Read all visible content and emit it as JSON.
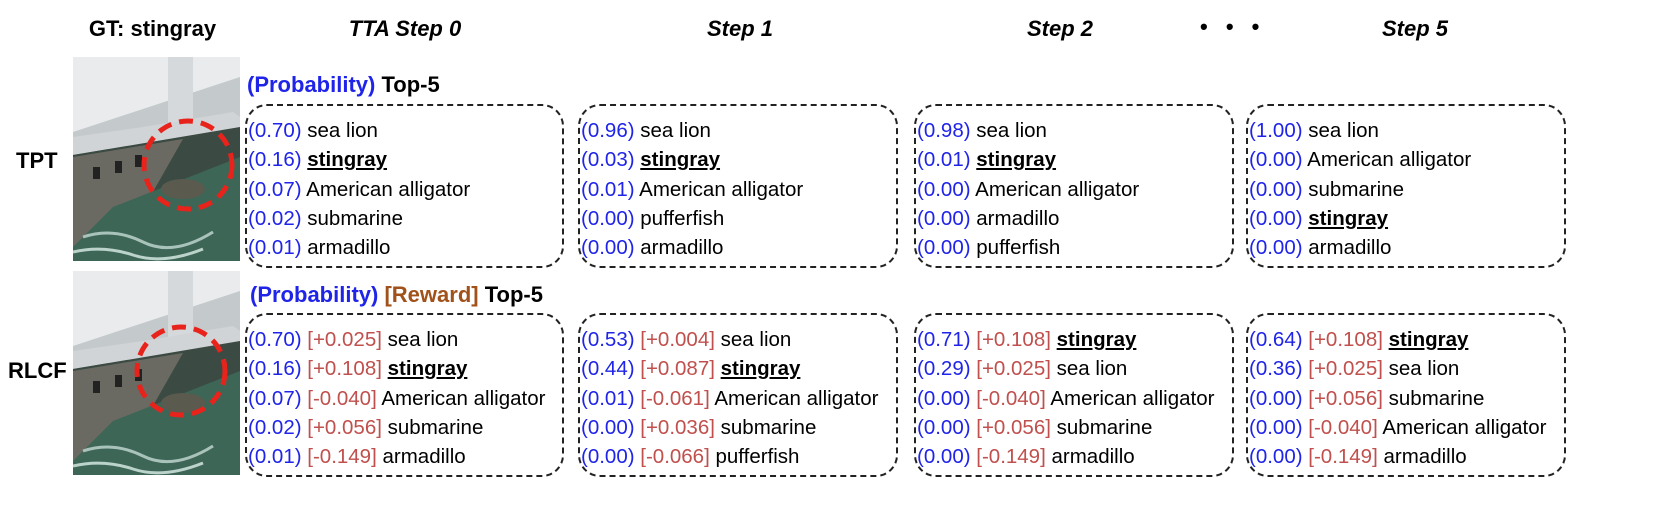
{
  "gt_label": "GT: stingray",
  "columns": [
    "TTA Step 0",
    "Step 1",
    "Step 2",
    "Step 5"
  ],
  "ellipsis": "• • •",
  "rows": {
    "tpt": {
      "label": "TPT",
      "title_prob": "(Probability)",
      "title_rest": "Top-5",
      "steps": [
        [
          {
            "p": "(0.70)",
            "c": "sea lion"
          },
          {
            "p": "(0.16)",
            "c": "stingray",
            "gt": true
          },
          {
            "p": "(0.07)",
            "c": "American alligator"
          },
          {
            "p": "(0.02)",
            "c": "submarine"
          },
          {
            "p": "(0.01)",
            "c": "armadillo"
          }
        ],
        [
          {
            "p": "(0.96)",
            "c": "sea lion"
          },
          {
            "p": "(0.03)",
            "c": "stingray",
            "gt": true
          },
          {
            "p": "(0.01)",
            "c": "American alligator"
          },
          {
            "p": "(0.00)",
            "c": "pufferfish"
          },
          {
            "p": "(0.00)",
            "c": "armadillo"
          }
        ],
        [
          {
            "p": "(0.98)",
            "c": "sea lion"
          },
          {
            "p": "(0.01)",
            "c": "stingray",
            "gt": true
          },
          {
            "p": "(0.00)",
            "c": "American alligator"
          },
          {
            "p": "(0.00)",
            "c": "armadillo"
          },
          {
            "p": "(0.00)",
            "c": "pufferfish"
          }
        ],
        [
          {
            "p": "(1.00)",
            "c": "sea lion"
          },
          {
            "p": "(0.00)",
            "c": "American alligator"
          },
          {
            "p": "(0.00)",
            "c": "submarine"
          },
          {
            "p": "(0.00)",
            "c": "stingray",
            "gt": true
          },
          {
            "p": "(0.00)",
            "c": "armadillo"
          }
        ]
      ]
    },
    "rlcf": {
      "label": "RLCF",
      "title_prob": "(Probability)",
      "title_reward": "[Reward]",
      "title_rest": "Top-5",
      "steps": [
        [
          {
            "p": "(0.70)",
            "r": "[+0.025]",
            "c": "sea lion"
          },
          {
            "p": "(0.16)",
            "r": "[+0.108]",
            "c": "stingray",
            "gt": true
          },
          {
            "p": "(0.07)",
            "r": "[-0.040]",
            "c": "American alligator"
          },
          {
            "p": "(0.02)",
            "r": "[+0.056]",
            "c": "submarine"
          },
          {
            "p": "(0.01)",
            "r": "[-0.149]",
            "c": "armadillo"
          }
        ],
        [
          {
            "p": "(0.53)",
            "r": "[+0.004]",
            "c": "sea lion"
          },
          {
            "p": "(0.44)",
            "r": "[+0.087]",
            "c": "stingray",
            "gt": true
          },
          {
            "p": "(0.01)",
            "r": "[-0.061]",
            "c": "American alligator"
          },
          {
            "p": "(0.00)",
            "r": "[+0.036]",
            "c": "submarine"
          },
          {
            "p": "(0.00)",
            "r": "[-0.066]",
            "c": "pufferfish"
          }
        ],
        [
          {
            "p": "(0.71)",
            "r": "[+0.108]",
            "c": "stingray",
            "gt": true
          },
          {
            "p": "(0.29)",
            "r": "[+0.025]",
            "c": "sea lion"
          },
          {
            "p": "(0.00)",
            "r": "[-0.040]",
            "c": "American alligator"
          },
          {
            "p": "(0.00)",
            "r": "[+0.056]",
            "c": "submarine"
          },
          {
            "p": "(0.00)",
            "r": "[-0.149]",
            "c": "armadillo"
          }
        ],
        [
          {
            "p": "(0.64)",
            "r": "[+0.108]",
            "c": "stingray",
            "gt": true
          },
          {
            "p": "(0.36)",
            "r": "[+0.025]",
            "c": "sea lion"
          },
          {
            "p": "(0.00)",
            "r": "[+0.056]",
            "c": "submarine"
          },
          {
            "p": "(0.00)",
            "r": "[-0.040]",
            "c": "American alligator"
          },
          {
            "p": "(0.00)",
            "r": "[-0.149]",
            "c": "armadillo"
          }
        ]
      ]
    }
  },
  "colors": {
    "probability": "#1f24e8",
    "reward_title": "#a0521a",
    "reward_value": "#c0504d",
    "highlight_circle": "#e8231c"
  }
}
